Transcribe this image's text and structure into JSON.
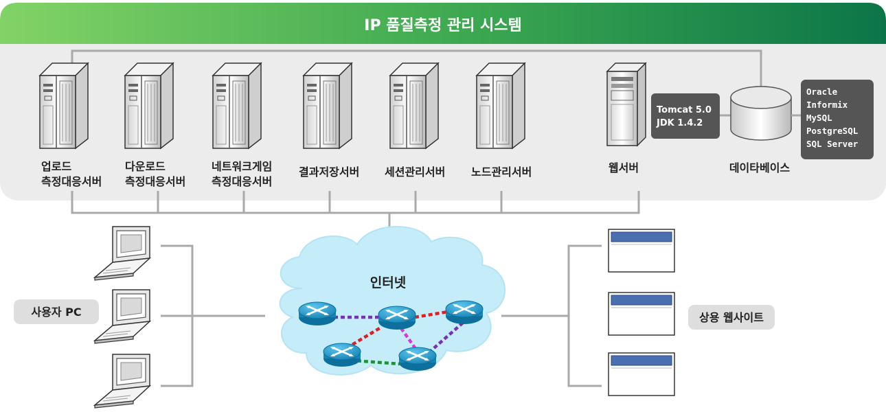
{
  "title": "IP 품질측정 관리 시스템",
  "servers": [
    {
      "name": "업로드",
      "sub": "측정대응서버"
    },
    {
      "name": "다운로드",
      "sub": "측정대응서버"
    },
    {
      "name": "네트워크게임",
      "sub": "측정대응서버"
    },
    {
      "name": "결과저장서버",
      "sub": ""
    },
    {
      "name": "세션관리서버",
      "sub": ""
    },
    {
      "name": "노드관리서버",
      "sub": ""
    }
  ],
  "web_server": {
    "label": "웹서버",
    "stack": [
      "Tomcat 5.0",
      "JDK 1.4.2"
    ]
  },
  "database": {
    "label": "데이타베이스",
    "products": [
      "Oracle",
      "Informix",
      "MySQL",
      "PostgreSQL",
      "SQL Server"
    ]
  },
  "internet": {
    "label": "인터넷"
  },
  "user_pc": {
    "label": "사용자 PC"
  },
  "commercial_sites": {
    "label": "상용 웹사이트"
  },
  "colors": {
    "banner_start": "#7fcf64",
    "banner_end": "#0e7a49",
    "panel": "#ececec",
    "wire": "#a9a9a9",
    "router": "#1f9fd1",
    "cloud": "#bfe9f7",
    "link_purple": "#7a2fb5",
    "link_red": "#e01f24",
    "link_green": "#17962f",
    "link_magenta": "#e030e0"
  }
}
